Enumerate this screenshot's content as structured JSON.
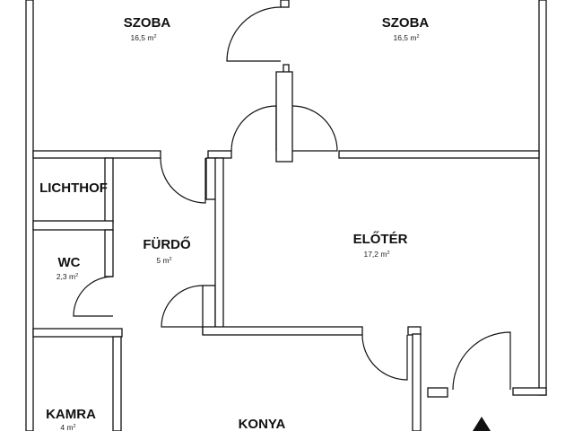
{
  "rooms": [
    {
      "id": "szoba-left",
      "name": "SZOBA",
      "area": "16,5 m",
      "unit_sup": "2"
    },
    {
      "id": "szoba-right",
      "name": "SZOBA",
      "area": "16,5 m",
      "unit_sup": "2"
    },
    {
      "id": "lichthof",
      "name": "LICHTHOF"
    },
    {
      "id": "furdo",
      "name": "FÜRDŐ",
      "area": "5 m",
      "unit_sup": "2"
    },
    {
      "id": "eloter",
      "name": "ELŐTÉR",
      "area": "17,2 m",
      "unit_sup": "2"
    },
    {
      "id": "wc",
      "name": "WC",
      "area": "2,3 m",
      "unit_sup": "2"
    },
    {
      "id": "kamra",
      "name": "KAMRA",
      "area": "4 m",
      "unit_sup": "2"
    },
    {
      "id": "konya",
      "name": "KONYA"
    }
  ],
  "colors": {
    "wall": "#111111",
    "background": "#ffffff"
  },
  "icons": [
    "door-swing-icon",
    "north-arrow-icon"
  ]
}
